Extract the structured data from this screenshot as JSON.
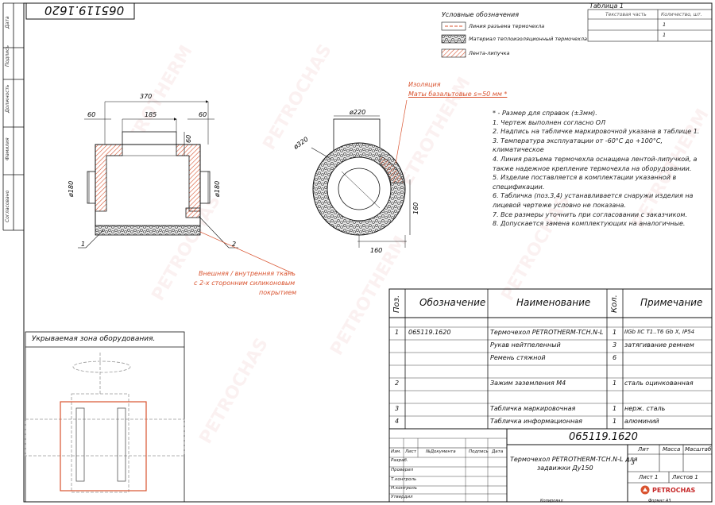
{
  "stamp": "065119.1620",
  "side_labels": [
    "Дата",
    "Подпись",
    "Должность",
    "Фамилия",
    "Согласовано"
  ],
  "legend": {
    "title": "Условные обозначения",
    "items": [
      {
        "label": "Линия разъема термочехла"
      },
      {
        "label": "Материал теплоизоляционный термочехла"
      },
      {
        "label": "Лента-липучка"
      }
    ]
  },
  "table1": {
    "title": "Таблица 1",
    "headers": [
      "Текстовая часть",
      "Количество, шт."
    ],
    "rows": [
      [
        "",
        "1"
      ],
      [
        "",
        "1"
      ]
    ]
  },
  "front_view": {
    "dims": {
      "top": "370",
      "left": "60",
      "mid": "185",
      "right": "60",
      "vert": "60",
      "dia_left": "ø180",
      "dia_right": "ø180"
    },
    "leaders": [
      "1",
      "2"
    ]
  },
  "side_view": {
    "dims": {
      "dia_top": "ø220",
      "dia_outer": "ø320",
      "height": "160",
      "width": "160"
    }
  },
  "callouts": {
    "insulation_line1": "Изоляция",
    "insulation_line2": "Маты базальтовые s=50 мм *",
    "fabric_line1": "Внешняя / внутренняя ткань",
    "fabric_line2": "с 2-х сторонним силиконовым",
    "fabric_line3": "покрытием"
  },
  "notes": [
    "* - Размер для справок (±3мм).",
    "1. Чертеж выполнен согласно ОЛ",
    "2. Надпись на табличке маркировочной указана в таблице 1.",
    "3. Температура эксплуатации от -60°С до +100°С, климатическое",
    "4. Линия разъема термочехла оснащена лентой-липучкой, а также надежное крепление термочехла на оборудовании.",
    "5. Изделие поставляется в комплектации указанной в спецификации.",
    "6. Табличка (поз.3,4) устанавливается снаружи изделия на лицевой чертеже условно не показана.",
    "7. Все размеры уточнить при согласовании с заказчиком.",
    "8. Допускается замена комплектующих на аналогичные."
  ],
  "hidden_zone": {
    "title": "Укрываемая зона оборудования."
  },
  "spec": {
    "headers": {
      "pos": "Поз.",
      "designation": "Обозначение",
      "name": "Наименование",
      "qty": "Кол.",
      "note": "Примечание"
    },
    "rows": [
      {
        "pos": "1",
        "designation": "065119.1620",
        "name": "Термочехол PETROTHERM-TCH.N-L",
        "qty": "1",
        "note": "IIGb IIC T1..T6 Gb X, IP54"
      },
      {
        "pos": "",
        "designation": "",
        "name": "Рукав нейтпеленный",
        "qty": "3",
        "note": "затягивание ремнем"
      },
      {
        "pos": "",
        "designation": "",
        "name": "Ремень стяжной",
        "qty": "6",
        "note": ""
      },
      {
        "pos": "2",
        "designation": "",
        "name": "Зажим заземления М4",
        "qty": "1",
        "note": "сталь оцинкованная"
      },
      {
        "pos": "3",
        "designation": "",
        "name": "Табличка маркировочная",
        "qty": "1",
        "note": "нерж. сталь"
      },
      {
        "pos": "4",
        "designation": "",
        "name": "Табличка информационная",
        "qty": "1",
        "note": "алюминий"
      }
    ]
  },
  "title_block": {
    "doc_number": "065119.1620",
    "title_line1": "Термочехол PETROTHERM-TCH.N-L для",
    "title_line2": "задвижки Ду150",
    "col_heads": [
      "Изм.",
      "Лист",
      "№Документа",
      "Подпись",
      "Дата"
    ],
    "roles": [
      "Разраб.",
      "Проверил",
      "Т.контроль",
      "Н.контроль",
      "Утвердил"
    ],
    "lit": "Лит",
    "mass": "Масса",
    "scale": "Масштаб",
    "lit_value": "3",
    "sheet": "Лист 1",
    "sheets": "Листов 1",
    "company": "PETROCHAS",
    "copied": "Копировал",
    "format": "Формат А3"
  },
  "colors": {
    "hatch": "#d9532f",
    "red": "#d9532f",
    "line": "#111111"
  }
}
